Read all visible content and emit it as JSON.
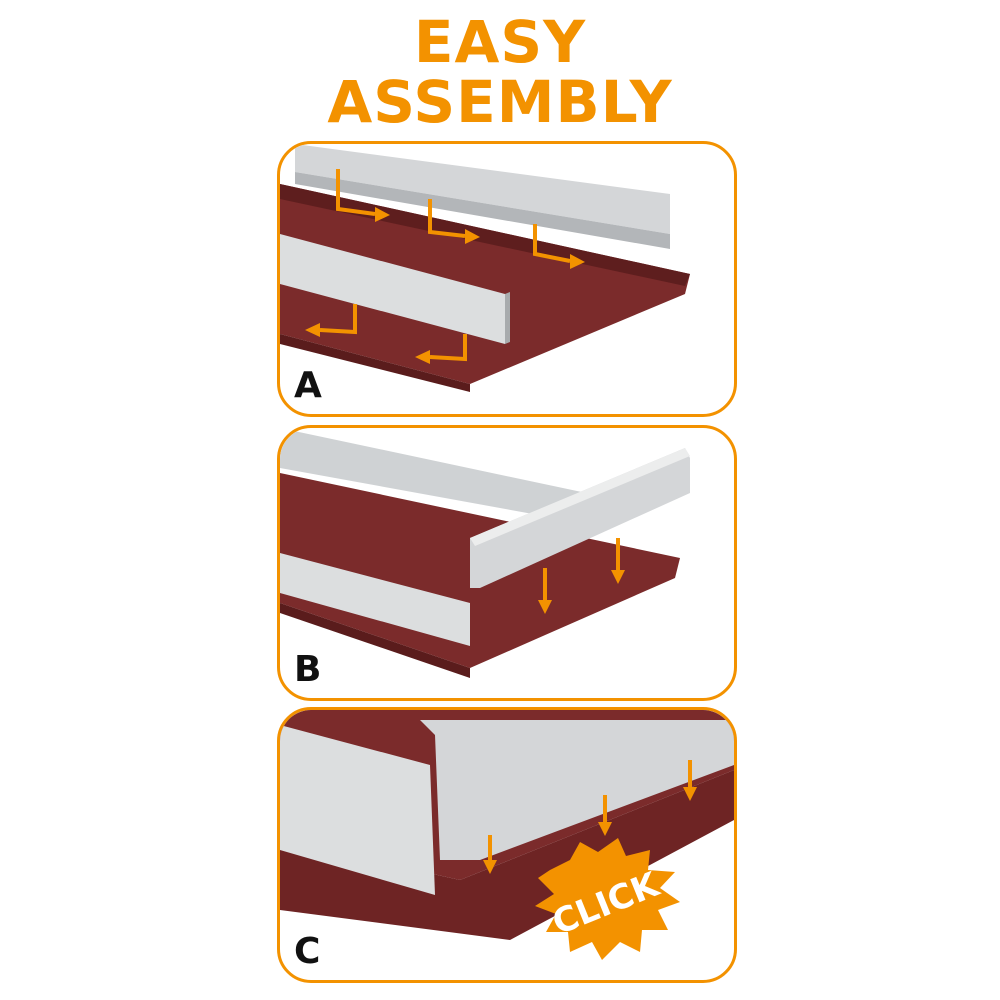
{
  "title": {
    "line1": "EASY",
    "line2": "ASSEMBLY"
  },
  "colors": {
    "accent": "#f39200",
    "tray": "#7b2b2b",
    "rail": "#d4d6d8"
  },
  "steps": [
    {
      "label": "A"
    },
    {
      "label": "B"
    },
    {
      "label": "C",
      "badge": "CLICK"
    }
  ]
}
